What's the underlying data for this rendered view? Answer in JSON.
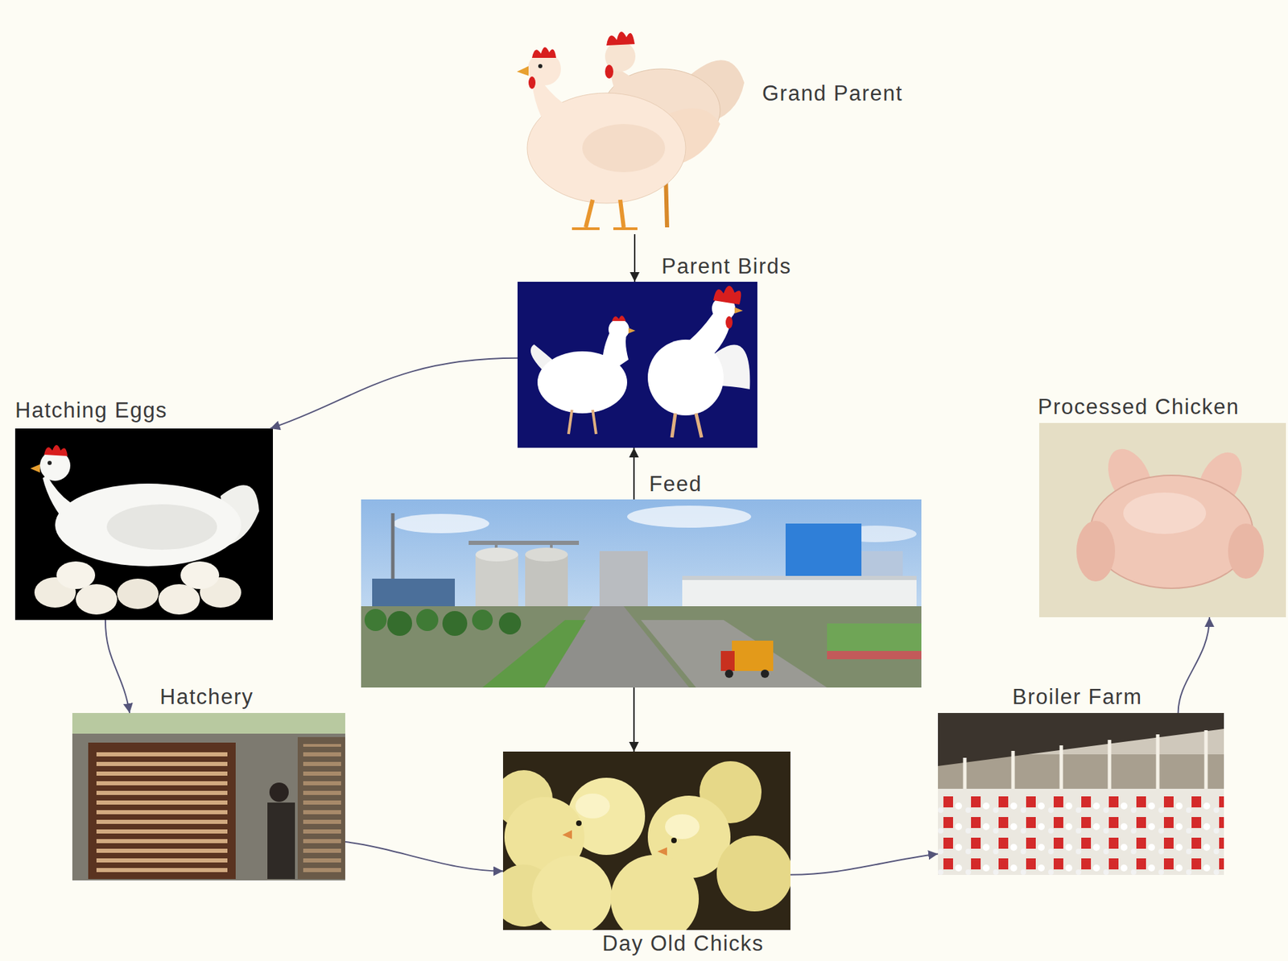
{
  "diagram": {
    "nodes": [
      {
        "text": [
          "Grand Parent"
        ]
      },
      {
        "text": [
          "Parent Birds"
        ]
      },
      {
        "text": [
          "Hatching Eggs"
        ]
      },
      {
        "text": [
          "Processed Chicken"
        ]
      },
      {
        "text": [
          "Feed"
        ]
      },
      {
        "text": [
          "Hatchery"
        ]
      },
      {
        "text": [
          "Broiler Farm"
        ]
      },
      {
        "text": [
          "Day Old Chicks"
        ]
      }
    ],
    "edges": [
      {
        "from": 0,
        "to": 1,
        "arrow": "to"
      },
      {
        "from": 4,
        "to": 1,
        "arrow": "to"
      },
      {
        "from": 1,
        "to": 2,
        "arrow": "to"
      },
      {
        "from": 2,
        "to": 5,
        "arrow": "to"
      },
      {
        "from": 5,
        "to": 7,
        "arrow": "to"
      },
      {
        "from": 4,
        "to": 7,
        "arrow": "to"
      },
      {
        "from": 7,
        "to": 6,
        "arrow": "to"
      },
      {
        "from": 6,
        "to": 3,
        "arrow": "to"
      }
    ]
  }
}
